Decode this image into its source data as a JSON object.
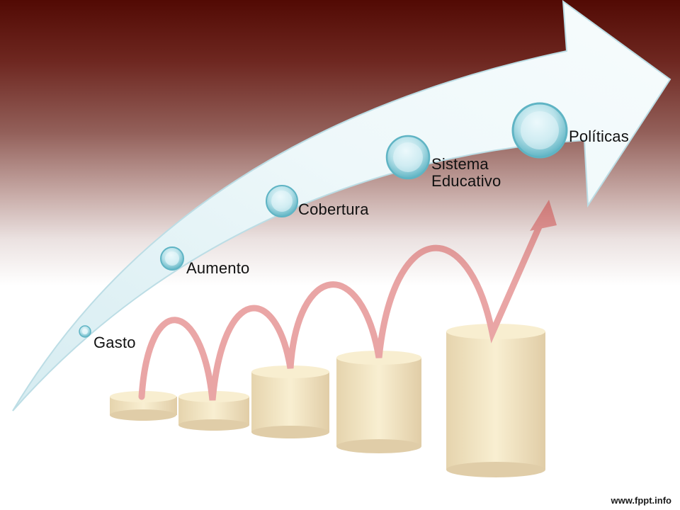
{
  "steps": [
    {
      "label": "Gasto"
    },
    {
      "label": "Aumento"
    },
    {
      "label": "Cobertura"
    },
    {
      "label": "Sistema\nEducativo"
    },
    {
      "label": "Políticas"
    }
  ],
  "watermark": "www.fppt.info",
  "colors": {
    "background_top": "#520a04",
    "arrow_fill": "#e4f3f6",
    "arrow_edge": "#bcdde5",
    "node_fill": "#9fd6df",
    "node_highlight": "#e9f8fb",
    "coin": "#d9b65a",
    "growth_arrow": "#cc2b2b"
  }
}
